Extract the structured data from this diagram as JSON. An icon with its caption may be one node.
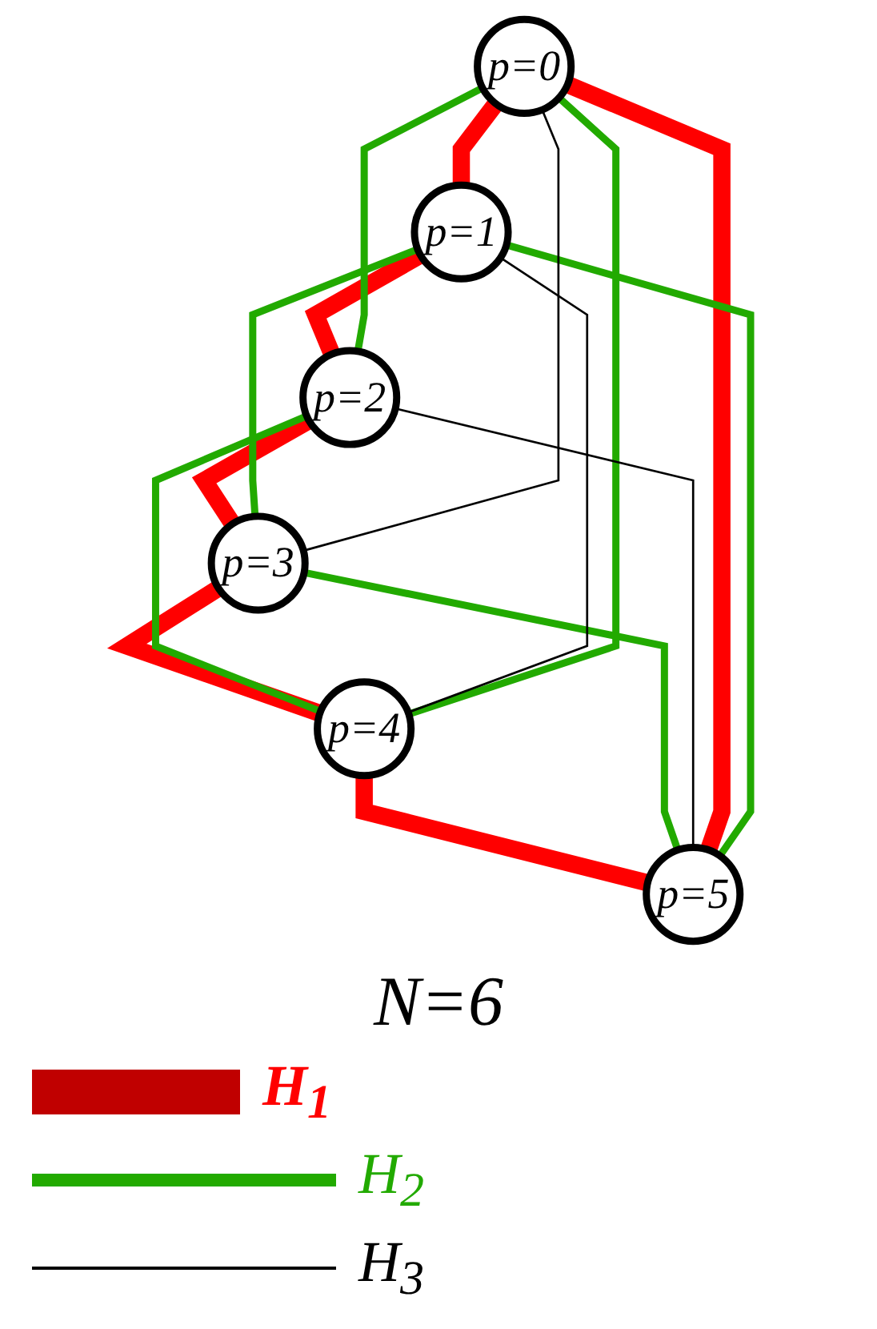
{
  "diagram": {
    "nodes": [
      {
        "text": [
          "p=0"
        ]
      },
      {
        "text": [
          "p=1"
        ]
      },
      {
        "text": [
          "p=2"
        ]
      },
      {
        "text": [
          "p=3"
        ]
      },
      {
        "text": [
          "p=4"
        ]
      },
      {
        "text": [
          "p=5"
        ]
      }
    ],
    "edges": [
      {
        "from": 0,
        "to": 1,
        "arrow": "none",
        "style": "thick",
        "color": "#ff0000"
      },
      {
        "from": 1,
        "to": 2,
        "arrow": "none",
        "style": "thick",
        "color": "#ff0000"
      },
      {
        "from": 2,
        "to": 3,
        "arrow": "none",
        "style": "thick",
        "color": "#ff0000"
      },
      {
        "from": 3,
        "to": 4,
        "arrow": "none",
        "style": "thick",
        "color": "#ff0000"
      },
      {
        "from": 4,
        "to": 5,
        "arrow": "none",
        "style": "thick",
        "color": "#ff0000"
      },
      {
        "from": 5,
        "to": 0,
        "arrow": "none",
        "style": "thick",
        "color": "#ff0000"
      },
      {
        "from": 0,
        "to": 2,
        "arrow": "none",
        "color": "#22aa00"
      },
      {
        "from": 2,
        "to": 4,
        "arrow": "none",
        "color": "#22aa00"
      },
      {
        "from": 4,
        "to": 0,
        "arrow": "none",
        "color": "#22aa00"
      },
      {
        "from": 1,
        "to": 3,
        "arrow": "none",
        "color": "#22aa00"
      },
      {
        "from": 3,
        "to": 5,
        "arrow": "none",
        "color": "#22aa00"
      },
      {
        "from": 5,
        "to": 1,
        "arrow": "none",
        "color": "#22aa00"
      },
      {
        "from": 0,
        "to": 3,
        "arrow": "none",
        "color": "#000000"
      },
      {
        "from": 1,
        "to": 4,
        "arrow": "none",
        "color": "#000000"
      },
      {
        "from": 2,
        "to": 5,
        "arrow": "none",
        "color": "#000000"
      }
    ],
    "labels": [
      "N=6"
    ],
    "legend": [
      {
        "text": "H$_{1}$",
        "color": "#c00000"
      },
      {
        "text": "H$_{2}$"
      },
      {
        "text": "H$_{3}$"
      }
    ]
  }
}
